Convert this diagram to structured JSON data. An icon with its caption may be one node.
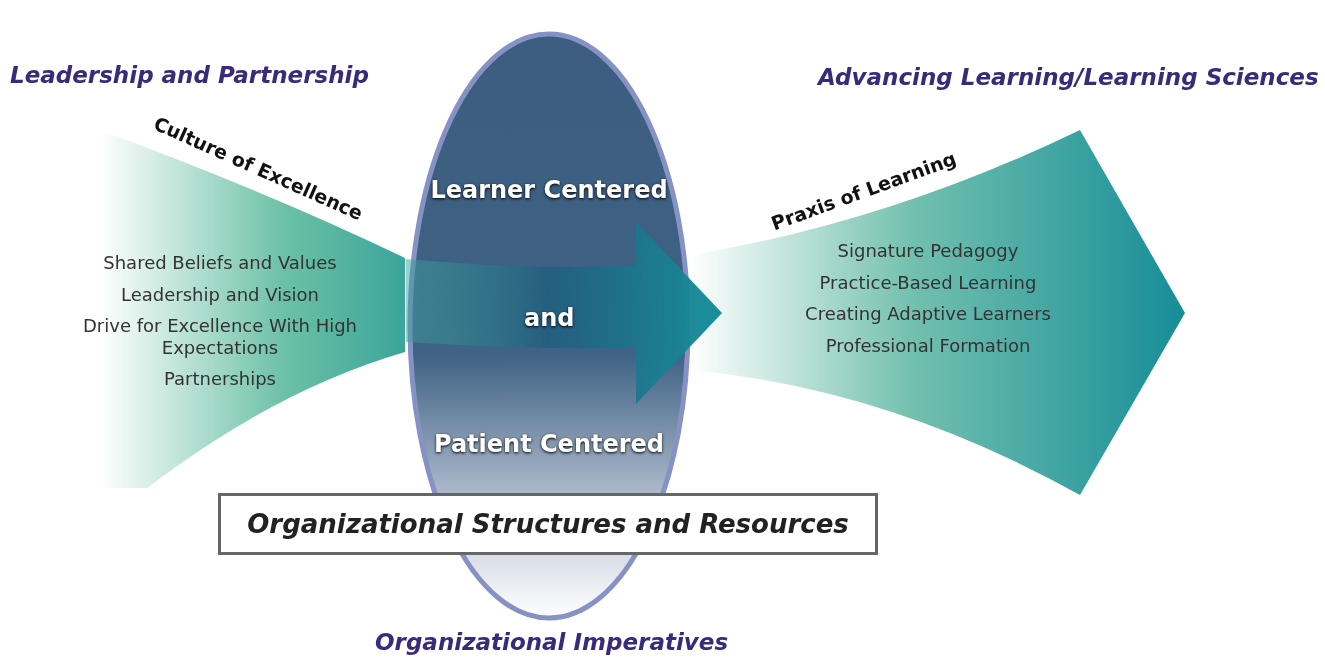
{
  "diagram": {
    "nodes": [
      {
        "text": [
          "Culture of Excellence",
          "Shared Beliefs and Values",
          "Leadership and Vision",
          "Drive for Excellence With High Expectations",
          "Partnerships"
        ],
        "beside": [
          "Leadership and Partnership"
        ]
      },
      {
        "text": [
          "Learner Centered",
          "and",
          "Patient Centered"
        ],
        "beside": [
          "Organizational Imperatives"
        ]
      },
      {
        "text": [
          "Signature Pedagogy",
          "Practice-Based Learning",
          "Creating Adaptive Learners",
          "Professional Formation"
        ],
        "beside": [
          "Advancing Learning/Learning Sciences",
          "Praxis of Learning"
        ]
      },
      {
        "text": [
          "Organizational Structures and Resources"
        ]
      }
    ]
  }
}
